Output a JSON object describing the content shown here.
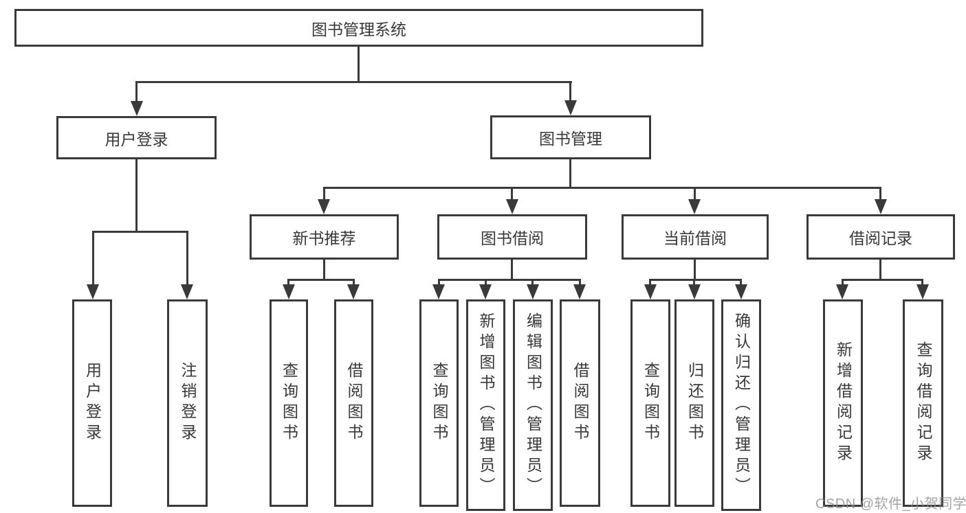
{
  "tree": {
    "root": "图书管理系统",
    "user_login": {
      "label": "用户登录",
      "children": [
        "用户登录",
        "注销登录"
      ]
    },
    "book_mgmt": {
      "label": "图书管理"
    },
    "new_book_rec": {
      "label": "新书推荐",
      "children": [
        "查询图书",
        "借阅图书"
      ]
    },
    "book_borrow": {
      "label": "图书借阅",
      "children": [
        "查询图书",
        "新增图书（管理员）",
        "编辑图书（管理员）",
        "借阅图书"
      ]
    },
    "current_borrow": {
      "label": "当前借阅",
      "children": [
        "查询图书",
        "归还图书",
        "确认归还（管理员）"
      ]
    },
    "borrow_record": {
      "label": "借阅记录",
      "children": [
        "新增借阅记录",
        "查询借阅记录"
      ]
    }
  },
  "watermark": {
    "text": "CSDN @软件_小贺同学"
  },
  "colors": {
    "line": "#3a3a3a",
    "text": "#383838",
    "node_fill": "#ffffff",
    "background": "#ffffff",
    "watermark": "#8c8c8c"
  }
}
